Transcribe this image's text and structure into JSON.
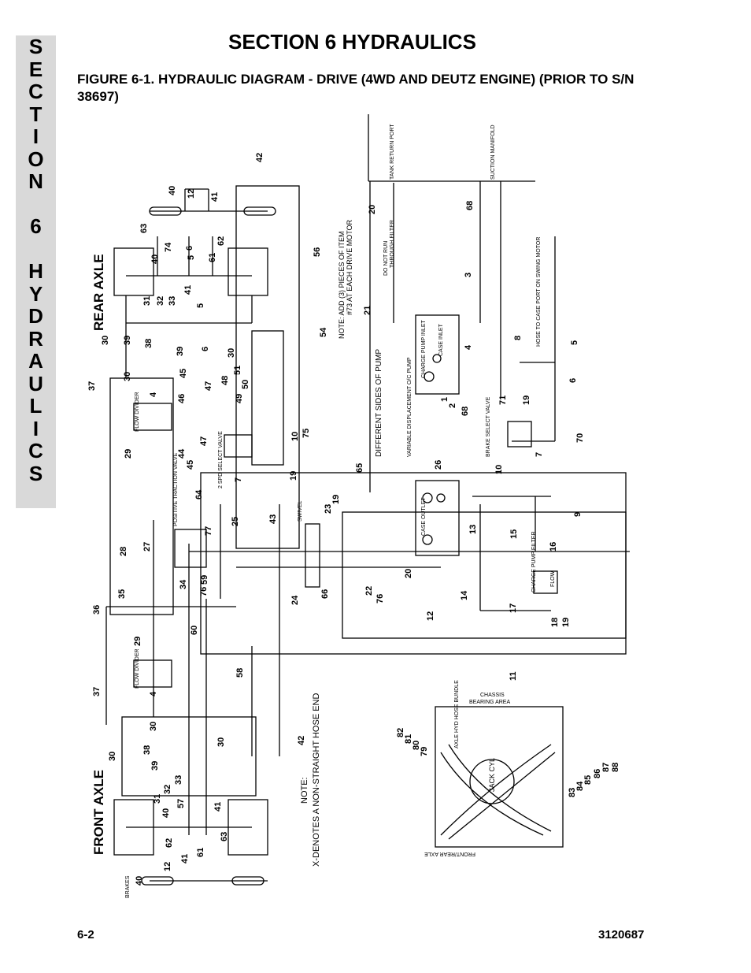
{
  "side_tab": [
    "S",
    "E",
    "C",
    "T",
    "I",
    "O",
    "N",
    "",
    "6",
    "",
    "H",
    "Y",
    "D",
    "R",
    "A",
    "U",
    "L",
    "I",
    "C",
    "S"
  ],
  "header": {
    "title": "SECTION 6  HYDRAULICS"
  },
  "figure": {
    "caption": "FIGURE 6-1.   HYDRAULIC DIAGRAM - DRIVE (4WD AND DEUTZ ENGINE) (PRIOR TO S/N 38697)"
  },
  "diagram": {
    "rear_axle": "REAR  AXLE",
    "front_axle": "FRONT  AXLE",
    "tank_return": "TANK RETURN PORT",
    "suction_manifold": "SUCTION MANIFOLD",
    "note_pieces": "NOTE: ADD (3) PIECES OF ITEM",
    "note_item": "#73 AT EACH DRIVE MOTOR",
    "do_not_run": "DO NOT RUN",
    "thru_filter": "THROUGH FILTER",
    "hose_to_case": "HOSE TO CASE PORT ON SWING MOTOR",
    "different_sides": "DIFFERENT SIDES OF PUMP",
    "pump_spec": "VARIABLE DISPLACEMENT O/C PUMP",
    "case_outlet": "CASE OUTLET",
    "charge_inlet": "CHARGE PUMP INLET",
    "case_inlet": "CASE INLET",
    "brake_valve": "BRAKE SELECT VALVE",
    "charge_filter": "CHARGE PUMP FILTER",
    "flow": "FLOW",
    "flow_divider": "FLOW DIVIDER",
    "positive_traction": "POSITIVE TRACTION VALVE",
    "two_spd_select": "2 SPD SELECT VALVE",
    "swivel": "SWIVEL",
    "brakes": "BRAKES",
    "note_x_1": "NOTE:",
    "note_x_2": "X-DENOTES A NON-STRAIGHT HOSE END",
    "chassis": "CHASSIS",
    "bearing_area": "BEARING AREA",
    "axle_hyd": "AXLE HYD HOSE BUNDLE",
    "jack_cyl": "JACK CYL",
    "front_rear_axle": "FRONT/REAR AXLE",
    "numbers": {
      "n1": "1",
      "n2": "2",
      "n3": "3",
      "n4": "4",
      "n5": "5",
      "n6": "6",
      "n7": "7",
      "n8": "8",
      "n9": "9",
      "n10": "10",
      "n11": "11",
      "n12": "12",
      "n13": "13",
      "n14": "14",
      "n15": "15",
      "n16": "16",
      "n17": "17",
      "n18": "18",
      "n19": "19",
      "n20": "20",
      "n21": "21",
      "n22": "22",
      "n23": "23",
      "n24": "24",
      "n25": "25",
      "n26": "26",
      "n27": "27",
      "n28": "28",
      "n29": "29",
      "n30": "30",
      "n31": "31",
      "n32": "32",
      "n33": "33",
      "n34": "34",
      "n35": "35",
      "n36": "36",
      "n37": "37",
      "n38": "38",
      "n39": "39",
      "n40": "40",
      "n41": "41",
      "n42": "42",
      "n43": "43",
      "n44": "44",
      "n45": "45",
      "n46": "46",
      "n47": "47",
      "n48": "48",
      "n49": "49",
      "n50": "50",
      "n51": "51",
      "n54": "54",
      "n56": "56",
      "n57": "57",
      "n58": "58",
      "n59": "59",
      "n60": "60",
      "n61": "61",
      "n62": "62",
      "n63": "63",
      "n64": "64",
      "n65": "65",
      "n66": "66",
      "n68": "68",
      "n70": "70",
      "n71": "71",
      "n73": "73",
      "n74": "74",
      "n75": "75",
      "n76": "76",
      "n77": "77",
      "n79": "79",
      "n80": "80",
      "n81": "81",
      "n82": "82",
      "n83": "83",
      "n84": "84",
      "n85": "85",
      "n86": "86",
      "n87": "87",
      "n88": "88"
    }
  },
  "footer": {
    "page": "6-2",
    "doc_number": "3120687"
  }
}
